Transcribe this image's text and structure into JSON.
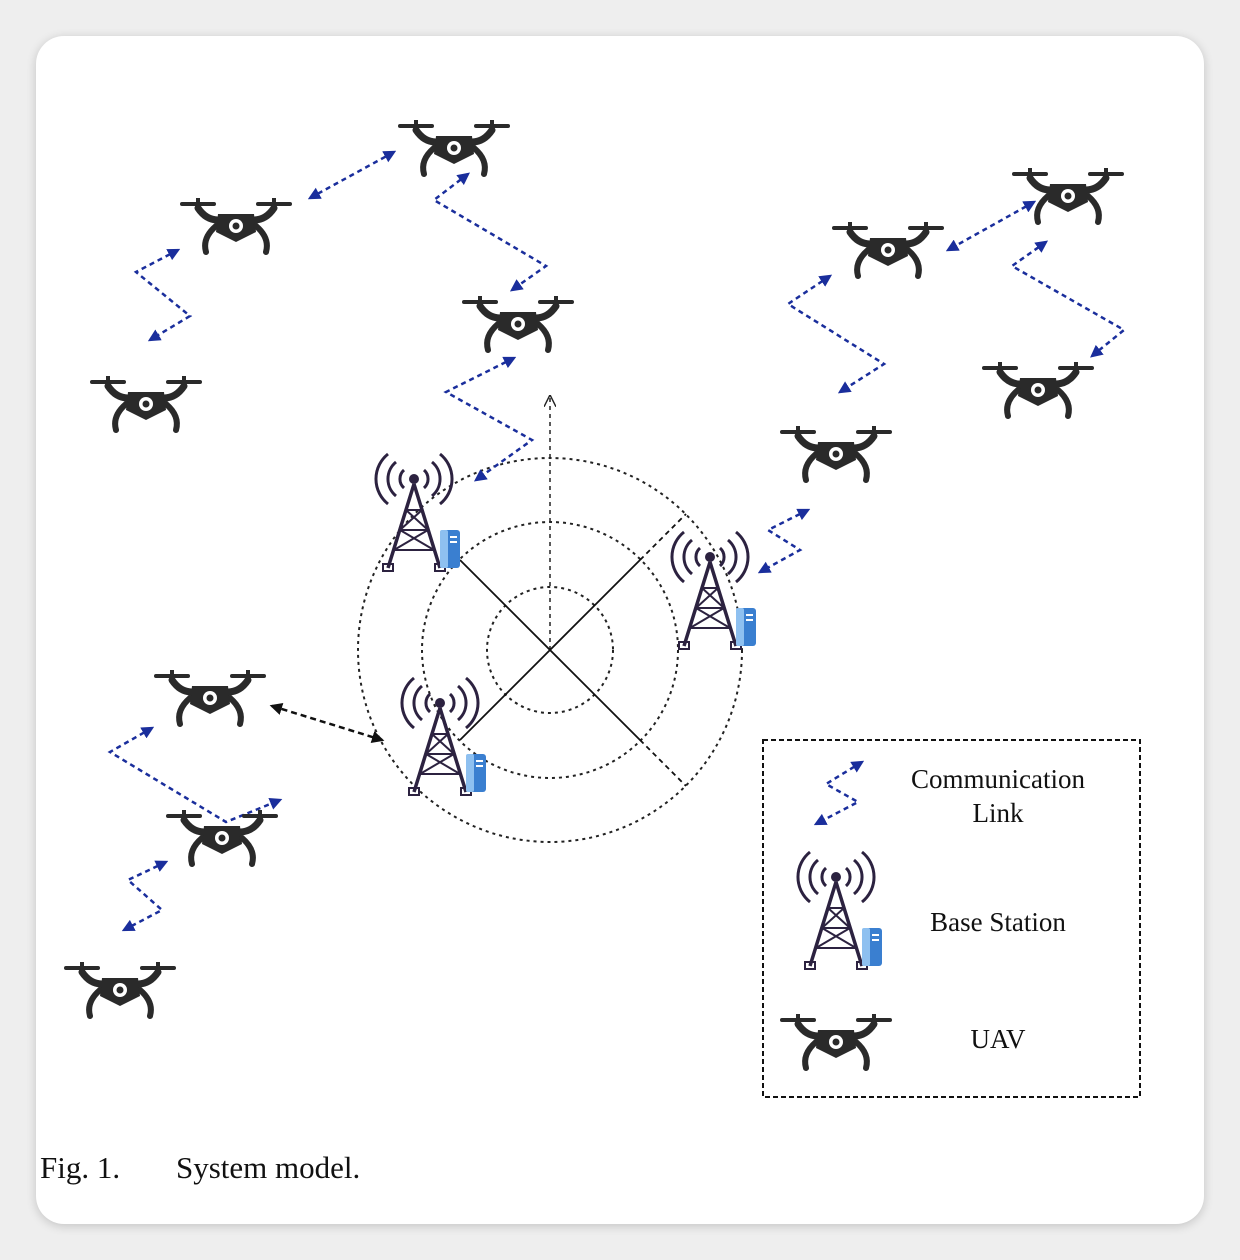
{
  "legend": {
    "link_label_line1": "Communication",
    "link_label_line2": "Link",
    "bs_label": "Base Station",
    "uav_label": "UAV"
  },
  "caption": {
    "number": "Fig. 1.",
    "text": "System model."
  },
  "colors": {
    "link": "#1a2e9c",
    "uav": "#2a2a2a",
    "tower": "#2c2240",
    "server": "#3a7fd0",
    "rings": "#222222"
  }
}
